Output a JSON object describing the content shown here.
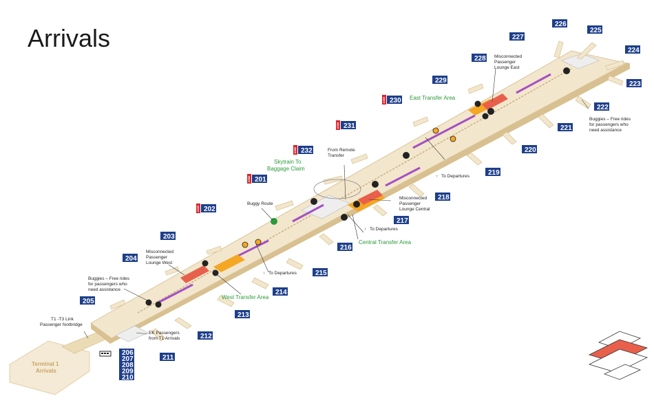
{
  "title": "Arrivals",
  "gates": {
    "g201": "201",
    "g202": "202",
    "g203": "203",
    "g204": "204",
    "g205": "205",
    "stack": [
      "206",
      "207",
      "208",
      "209",
      "210"
    ],
    "g211": "211",
    "g212": "212",
    "g213": "213",
    "g214": "214",
    "g215": "215",
    "g216": "216",
    "g217": "217",
    "g218": "218",
    "g219": "219",
    "g220": "220",
    "g221": "221",
    "g222": "222",
    "g223": "223",
    "g224": "224",
    "g225": "225",
    "g226": "226",
    "g227": "227",
    "g228": "228",
    "g229": "229",
    "g230": "230",
    "g231": "231",
    "g232": "232"
  },
  "a380_label": "A380",
  "labels": {
    "skytrain": [
      "Skytrain To",
      "Baggage Claim"
    ],
    "east_transfer": "East Transfer Area",
    "west_transfer": "West Transfer Area",
    "central_transfer": "Central Transfer Area",
    "lounge_east": [
      "Misconnected",
      "Passenger",
      "Lounge East"
    ],
    "lounge_central": [
      "Misconnected",
      "Passenger",
      "Lounge Central"
    ],
    "lounge_west": [
      "Misconnected",
      "Passenger",
      "Lounge West"
    ],
    "buggies_east": [
      "Buggies – Free rides",
      "for passengers who",
      "need assistance"
    ],
    "buggies_west": [
      "Buggies – Free rides",
      "for passengers who",
      "need assistance"
    ],
    "remote_transfer": [
      "From Remote",
      "Transfer"
    ],
    "buggy_route": "Buggy Route",
    "to_departures": "To Departures",
    "t1_t3_link": [
      "T1 -T3 Link",
      "Passenger footbridge"
    ],
    "ek_passengers": [
      "EK Passengers",
      "from T1 Arrivals"
    ],
    "terminal1": [
      "Terminal 1",
      "Arrivals"
    ]
  },
  "colors": {
    "concourse": "#f2e6cc",
    "concourse_edge": "#d9c49a",
    "gate_blue": "#1e3f8a",
    "a380_red": "#d8262f",
    "transfer_orange": "#f5a623",
    "lounge_red": "#e8604c",
    "shop_purple": "#a54fc4",
    "green": "#2a9a3a"
  }
}
